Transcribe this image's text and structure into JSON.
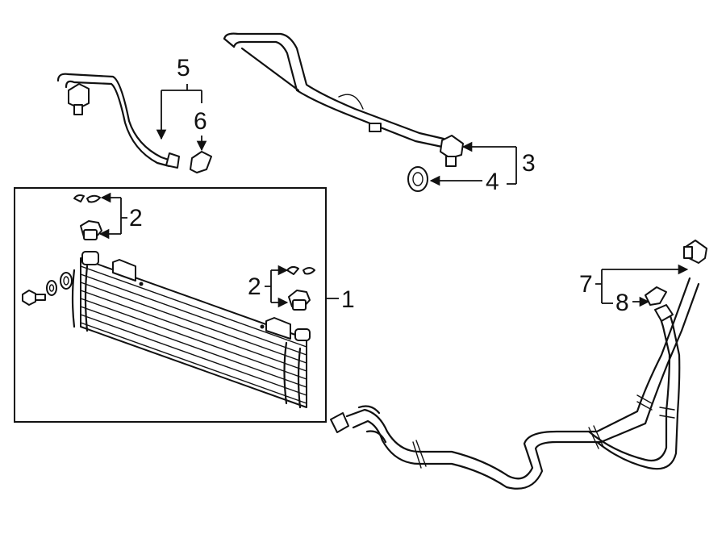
{
  "callouts": [
    {
      "id": "c1",
      "label": "1"
    },
    {
      "id": "c2a",
      "label": "2"
    },
    {
      "id": "c2b",
      "label": "2"
    },
    {
      "id": "c3",
      "label": "3"
    },
    {
      "id": "c4",
      "label": "4"
    },
    {
      "id": "c5",
      "label": "5"
    },
    {
      "id": "c6",
      "label": "6"
    },
    {
      "id": "c7",
      "label": "7"
    },
    {
      "id": "c8",
      "label": "8"
    }
  ]
}
